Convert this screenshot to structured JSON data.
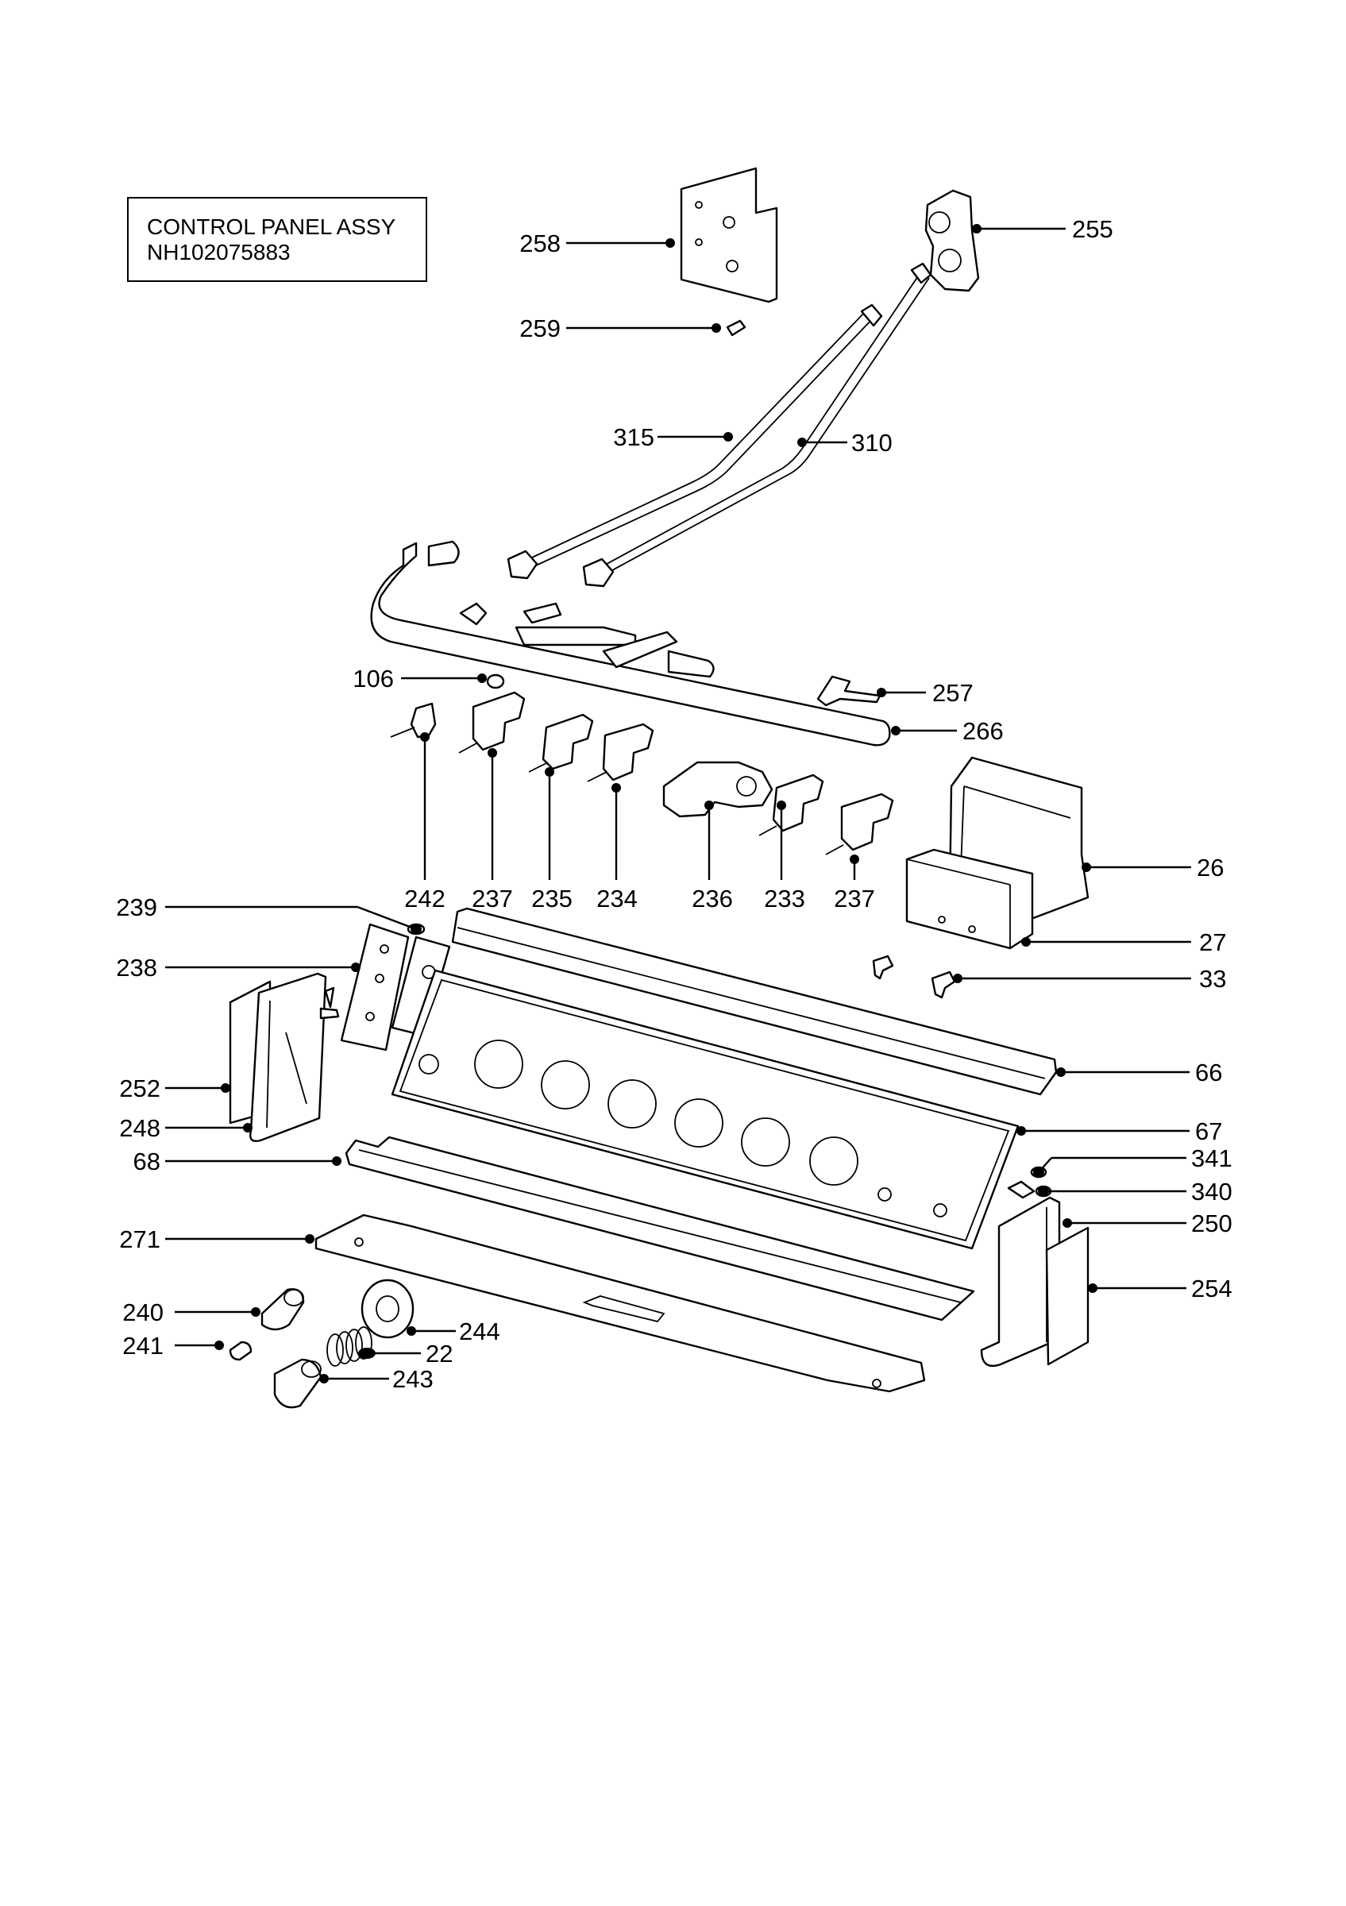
{
  "title": {
    "line1": "CONTROL PANEL ASSY",
    "line2": "NH102075883"
  },
  "callouts": {
    "c258": "258",
    "c259": "259",
    "c255": "255",
    "c315": "315",
    "c310": "310",
    "c106": "106",
    "c257": "257",
    "c266": "266",
    "c242": "242",
    "c237a": "237",
    "c235": "235",
    "c234": "234",
    "c236": "236",
    "c233": "233",
    "c237b": "237",
    "c26": "26",
    "c239": "239",
    "c27": "27",
    "c238": "238",
    "c33": "33",
    "c66": "66",
    "c252": "252",
    "c67": "67",
    "c248": "248",
    "c341": "341",
    "c68": "68",
    "c340": "340",
    "c250": "250",
    "c271": "271",
    "c254": "254",
    "c240": "240",
    "c244": "244",
    "c241": "241",
    "c22": "22",
    "c243": "243"
  }
}
